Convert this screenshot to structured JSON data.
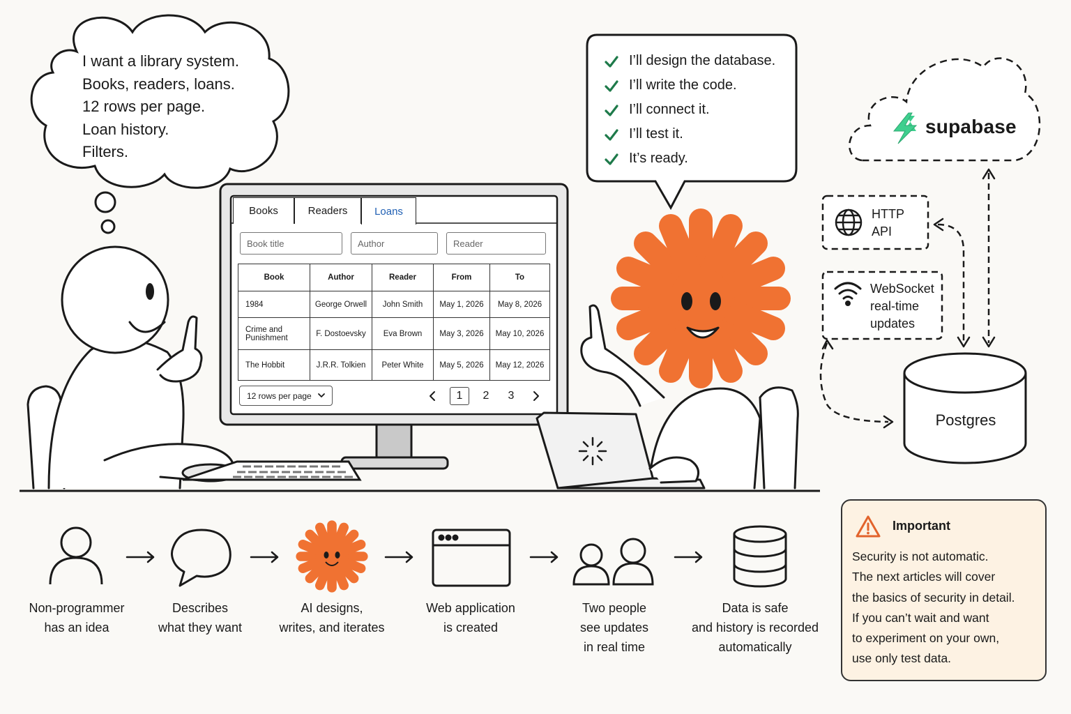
{
  "thought_bubble": {
    "lines": [
      "I want a library system.",
      "Books, readers, loans.",
      "12 rows per page.",
      "Loan history.",
      "Filters."
    ]
  },
  "speech_bubble": {
    "items": [
      "I’ll design the database.",
      "I’ll write the code.",
      "I’ll connect it.",
      "I’ll test it.",
      "It’s ready."
    ]
  },
  "screen": {
    "tabs": [
      {
        "label": "Books",
        "active": false
      },
      {
        "label": "Readers",
        "active": false
      },
      {
        "label": "Loans",
        "active": true
      }
    ],
    "filters": {
      "book_title_placeholder": "Book title",
      "author_placeholder": "Author",
      "reader_placeholder": "Reader"
    },
    "table": {
      "headers": [
        "Book",
        "Author",
        "Reader",
        "From",
        "To"
      ],
      "rows": [
        [
          "1984",
          "George Orwell",
          "John Smith",
          "May 1, 2026",
          "May 8, 2026"
        ],
        [
          "Crime and Punishment",
          "F. Dostoevsky",
          "Eva Brown",
          "May 3, 2026",
          "May 10, 2026"
        ],
        [
          "The Hobbit",
          "J.R.R. Tolkien",
          "Peter White",
          "May 5, 2026",
          "May 12, 2026"
        ]
      ]
    },
    "rows_per_page": "12 rows per page",
    "pagination": {
      "pages": [
        "1",
        "2",
        "3"
      ],
      "current": "1"
    }
  },
  "backend": {
    "supabase": "supabase",
    "http_api": [
      "HTTP",
      "API"
    ],
    "websocket": [
      "WebSocket",
      "real-time",
      "updates"
    ],
    "database": "Postgres"
  },
  "workflow": [
    {
      "label": "Non-programmer\nhas an idea",
      "icon": "person-icon"
    },
    {
      "label": "Describes\nwhat they want",
      "icon": "speech-bubble-icon"
    },
    {
      "label": "AI designs,\nwrites, and iterates",
      "icon": "ai-star-icon"
    },
    {
      "label": "Web application\nis created",
      "icon": "browser-window-icon"
    },
    {
      "label": "Two people\nsee updates\nin real time",
      "icon": "two-people-icon"
    },
    {
      "label": "Data is safe\nand history is recorded\nautomatically",
      "icon": "database-icon"
    }
  ],
  "important": {
    "title": "Important",
    "lines": [
      "Security is not automatic.",
      "The next articles will cover",
      "the basics of security in detail.",
      "If you can’t wait and want",
      "to experiment on your own,",
      "use only test data."
    ]
  },
  "colors": {
    "ai_orange": "#f07232",
    "check_green": "#1e7a4a",
    "supabase_green": "#3ecf8e",
    "active_tab_blue": "#1f5fb3",
    "warning_orange": "#e2632c",
    "card_background": "#fdf2e3"
  }
}
